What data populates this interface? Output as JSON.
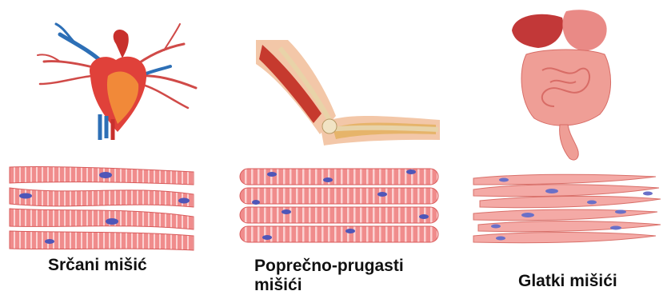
{
  "figure": {
    "panels": [
      {
        "label": "Srčani mišić",
        "organ": "heart-illustration",
        "tissue": "cardiac-muscle-fibers"
      },
      {
        "label_line1": "Poprečno-prugasti",
        "label_line2": "mišići",
        "organ": "arm-muscle-illustration",
        "tissue": "skeletal-muscle-fibers"
      },
      {
        "label": "Glatki mišići",
        "organ": "digestive-tract-illustration",
        "tissue": "smooth-muscle-cells"
      }
    ],
    "colors": {
      "fiber": "#f08c8c",
      "fiber_stripe": "#fbd2d2",
      "fiber_edge": "#d85a5a",
      "nucleus": "#4f56b8",
      "heart": "#e0413a",
      "heart_highlight": "#f7a23a",
      "vein_blue": "#2d6fb6",
      "artery_red": "#c8302c",
      "bone": "#e8d3a8",
      "muscle_red": "#c63a2e",
      "liver": "#c23838",
      "stomach": "#e98a86",
      "intestine": "#ef9e96"
    }
  }
}
